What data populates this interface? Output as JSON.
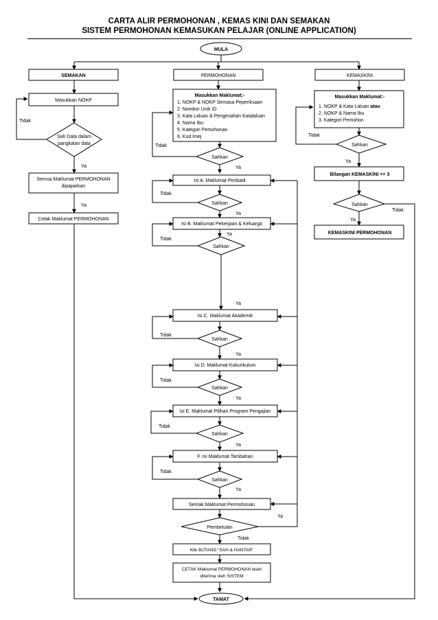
{
  "title_line1": "CARTA ALIR PERMOHONAN , KEMAS KINI DAN SEMAKAN",
  "title_line2": "SISTEM PERMOHONAN KEMASUKAN PELAJAR  (ONLINE APPLICATION)",
  "start": "MULA",
  "end": "TAMAT",
  "semakan": {
    "header": "SEMAKAN",
    "step1": "Masukkan NOKP",
    "decision_l1": "Sah Data dalam",
    "decision_l2": "pangkalan data",
    "no": "Tidak",
    "yes1": "Ya",
    "step2_l1": "Semua Maklumat PERMOHONAN",
    "step2_l2": "dipaparkan",
    "yes2": "Ya",
    "step3": "Cetak Maklumat PERMOHONAN"
  },
  "permohonan": {
    "header": "PERMOHONAN",
    "input_title": "Masukkan Maklumat:-",
    "input_items": [
      "1.  NOKP & NOKP Semasa Peperiksaan",
      "2.  Nombor Unik ID",
      "3.  Kata Laluan & Pengesahan Katalaluan",
      "4.  Nama Ibu",
      "5.  Kategori Pemohonan",
      "6.  Kod Imej"
    ],
    "verify": "Sahkan",
    "no": "Tidak",
    "yes": "Ya",
    "steps": [
      "Isi A. Maklumat Peribadi",
      "Isi B. Maklumat Pekerjaan & Keluarga",
      "Isi C. Maklumat Akademik",
      "Isi D. Maklumat Kokurikulum",
      "Isi E. Maklumat Pilihan Program Pengajian",
      "F. Isi Maklumat Tambahan"
    ],
    "review": "Semak Maklumat Permohonan",
    "correction": "Pembetulan",
    "submit": "Klik BUTANG “SAH & HANTAR”",
    "print_l1": "CETAK Maklumat PERMOHONAN telah",
    "print_l2": "diterima oleh SISTEM"
  },
  "kemaskini": {
    "header": "KEMASKINI",
    "input_title": "Masukkan Maklumat:-",
    "item1_a": "1.  NOKP & Kata Laluan ",
    "item1_b": "atau",
    "item2": "2.  NOKP & Nama Ibu",
    "item3": "3.  Kategori Pemohon",
    "verify": "Sahkan",
    "no": "Tidak",
    "yes": "Ya",
    "count": "Bilangan KEMASKINI <= 3",
    "final": "KEMASKINI PERMOHONAN"
  }
}
